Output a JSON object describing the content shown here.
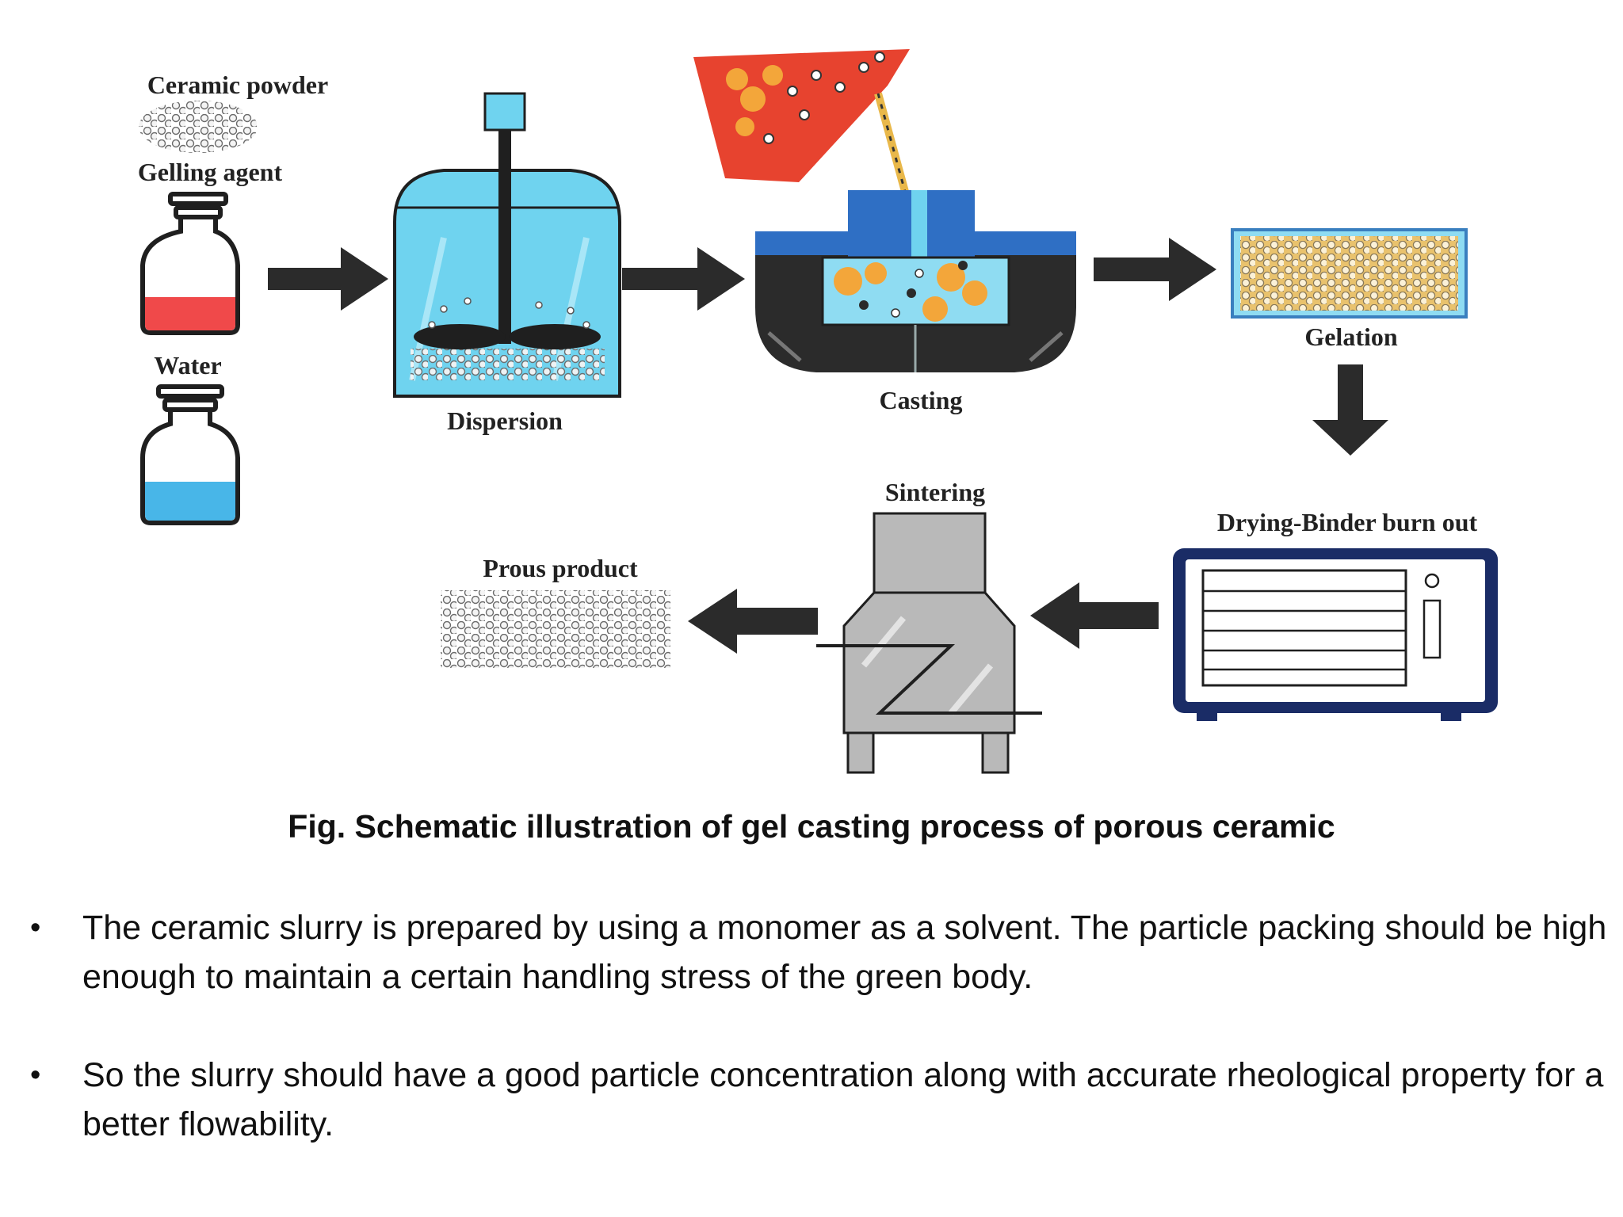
{
  "diagram": {
    "labels": {
      "ceramic_powder": "Ceramic powder",
      "gelling_agent": "Gelling agent",
      "water": "Water",
      "dispersion": "Dispersion",
      "casting": "Casting",
      "gelation": "Gelation",
      "drying": "Drying-Binder burn out",
      "sintering": "Sintering",
      "product": "Prous product"
    }
  },
  "caption": "Fig. Schematic illustration of gel casting process of porous ceramic",
  "bullets": [
    {
      "text": "The ceramic slurry is prepared by using a monomer as a solvent. The particle packing should be high enough to maintain a certain handling stress of the green body."
    },
    {
      "text": "So the slurry should have a good particle concentration along with accurate rheological property for a better flowability."
    }
  ],
  "colors": {
    "tank_fill": "#6fd3ef",
    "arrow": "#2b2b2b",
    "bottle_red": "#f0494a",
    "bottle_blue": "#48b6e8",
    "gel_orange": "#f3a63a",
    "mold_blue": "#2f6fc4",
    "oven_navy": "#1a2c66",
    "furnace_gray": "#b9b9b9"
  }
}
